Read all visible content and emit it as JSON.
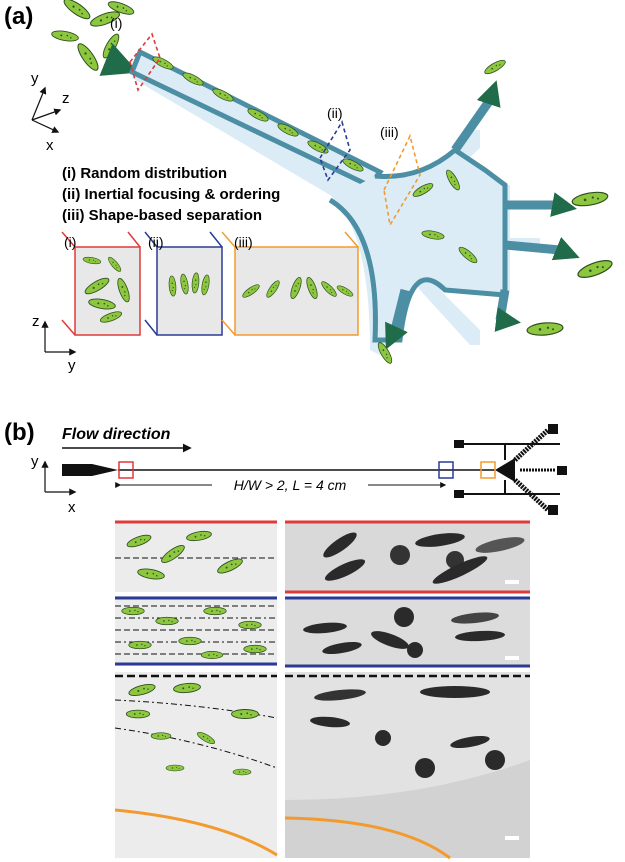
{
  "panel_a": {
    "label": "(a)",
    "markers": {
      "i": "(i)",
      "ii": "(ii)",
      "iii": "(iii)"
    },
    "legend": [
      "(i) Random distribution",
      "(ii) Inertial focusing & ordering",
      "(iii) Shape-based separation"
    ],
    "box_labels": [
      "(i)",
      "(ii)",
      "(iii)"
    ],
    "axes_3d": {
      "y": "y",
      "z": "z",
      "x": "x"
    },
    "axes_2d": {
      "z": "z",
      "y": "y"
    }
  },
  "panel_b": {
    "label": "(b)",
    "flow_label": "Flow direction",
    "dimension_label": "H/W > 2, L = 4 cm",
    "axes": {
      "y": "y",
      "x": "x"
    }
  },
  "colors": {
    "channel": "#4c8ea3",
    "channel_fill": "#dcecf7",
    "cell_fill": "#8dc63f",
    "marker_red": "#e03a3a",
    "marker_blue": "#2b3a96",
    "marker_orange": "#f39a2f",
    "arrow": "#1f6b4a"
  }
}
